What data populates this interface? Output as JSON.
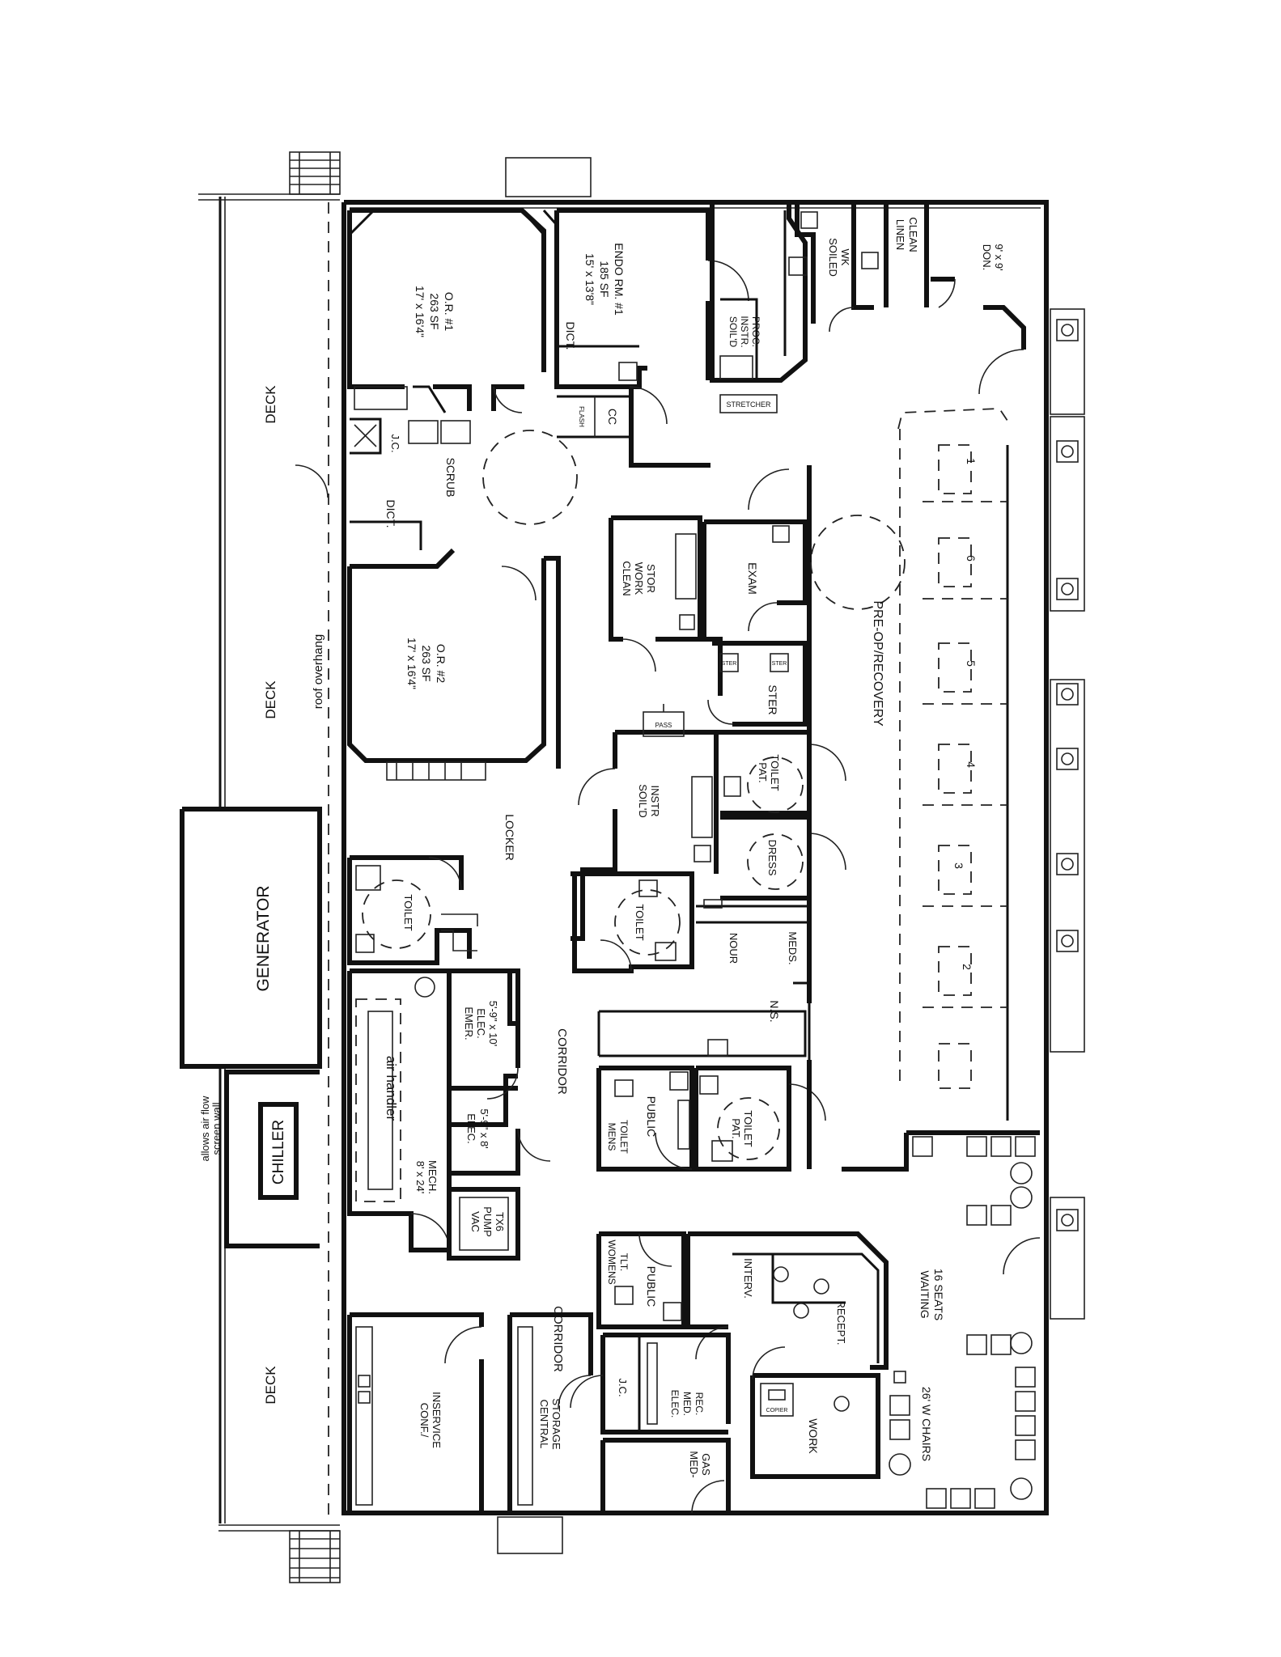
{
  "rooms": {
    "deck_top": "DECK",
    "deck_mid": "DECK",
    "deck_bottom": "DECK",
    "roof_overhang": "roof overhang",
    "generator": "GENERATOR",
    "chiller": "CHILLER",
    "screen_wall": "allows air flow",
    "screen_wall_2": "screen wall",
    "or1_name": "O.R. #1",
    "or1_area": "263 SF",
    "or1_dims": "17' x 16'4\"",
    "or2_name": "O.R. #2",
    "or2_area": "263 SF",
    "or2_dims": "17' x 16'4\"",
    "endo_name": "ENDO RM. #1",
    "endo_area": "185 SF",
    "endo_dims": "15' x 13'8\"",
    "dict_1": "DICT.",
    "dict_2": "DICT.",
    "jc_1": "J.C.",
    "scrub": "SCRUB",
    "cc": "CC",
    "soiled_instr_1": "SOIL'D",
    "soiled_instr_2": "INSTR.",
    "soiled_instr_3": "PROC.",
    "stretcher": "STRETCHER",
    "soiled_wk_1": "SOILED",
    "soiled_wk_2": "WK",
    "linen_1": "LINEN",
    "linen_2": "CLEAN",
    "don_1": "DON.",
    "don_2": "9' x 9'",
    "clean_work_1": "CLEAN",
    "clean_work_2": "WORK",
    "clean_work_3": "STOR",
    "exam": "EXAM",
    "ster": "STER",
    "pass": "PASS",
    "soiled_instr2_1": "SOIL'D",
    "soiled_instr2_2": "INSTR",
    "pat_toilet_1": "PAT.",
    "pat_toilet_2": "TOILET",
    "dress": "DRESS",
    "locker": "LOCKER",
    "toilet_1": "TOILET",
    "toilet_2": "TOILET",
    "nour": "NOUR",
    "meds": "MEDS.",
    "ns": "N.S.",
    "pre_op": "PRE-OP/RECOVERY",
    "bay_1": "1",
    "bay_2": "2",
    "bay_3": "3",
    "bay_4": "4",
    "bay_5": "5",
    "bay_6": "6",
    "emer_elec_1": "EMER.",
    "emer_elec_2": "ELEC.",
    "emer_elec_3": "5'-9\" x 10'",
    "elec_1": "ELEC.",
    "elec_2": "5'-9\" x 8'",
    "air_handler": "air handler",
    "mech_1": "8' x 24'",
    "mech_2": "MECH.",
    "corridor": "CORRIDOR",
    "mens_1": "MENS",
    "mens_2": "TOILET",
    "public_1": "PUBLIC",
    "pat_toilet2_1": "PAT.",
    "pat_toilet2_2": "TOILET",
    "vac_1": "VAC",
    "vac_2": "PUMP",
    "vac_3": "TX6",
    "womens_1": "WOMENS",
    "womens_2": "TLT.",
    "public_2": "PUBLIC",
    "interv": "INTERV.",
    "recept": "RECEPT.",
    "waiting_1": "WAITING",
    "waiting_2": "16 SEATS",
    "chairs": "26' W CHAIRS",
    "work": "WORK",
    "copier": "COPIER",
    "jc_2": "J.C.",
    "elec_med_1": "ELEC.",
    "elec_med_2": "MED.",
    "elec_med_3": "REC.",
    "med_gas_1": "MED-",
    "med_gas_2": "GAS",
    "central_1": "CENTRAL",
    "central_2": "STORAGE",
    "conf_1": "CONF./",
    "conf_2": "INSERVICE",
    "flash": "FLASH",
    "ster_small_1": "STER",
    "ster_small_2": "STER"
  }
}
